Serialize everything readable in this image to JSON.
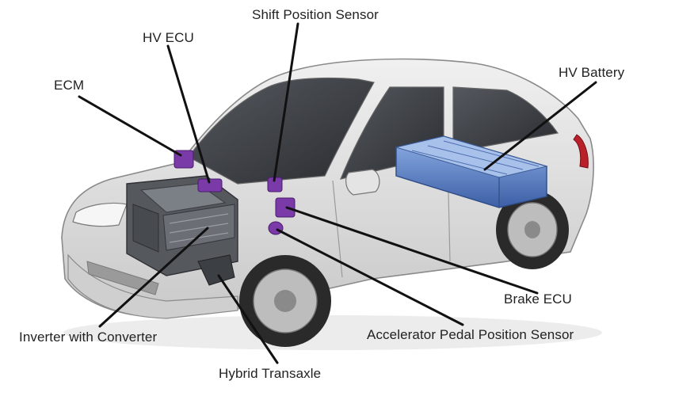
{
  "labels": {
    "shift_position_sensor": "Shift Position Sensor",
    "hv_ecu": "HV ECU",
    "ecm": "ECM",
    "hv_battery": "HV Battery",
    "brake_ecu": "Brake ECU",
    "accelerator_pedal_position_sensor": "Accelerator Pedal Position Sensor",
    "inverter_with_converter": "Inverter with Converter",
    "hybrid_transaxle": "Hybrid Transaxle"
  },
  "colors": {
    "car_body": "#dcdcdc",
    "car_outline": "#8a8a8a",
    "glass": "#3a3d42",
    "component_purple": "#7a3aa8",
    "battery_blue": "#5a7fc4",
    "engine_dark": "#4a4d52",
    "leader_line": "#111111"
  }
}
